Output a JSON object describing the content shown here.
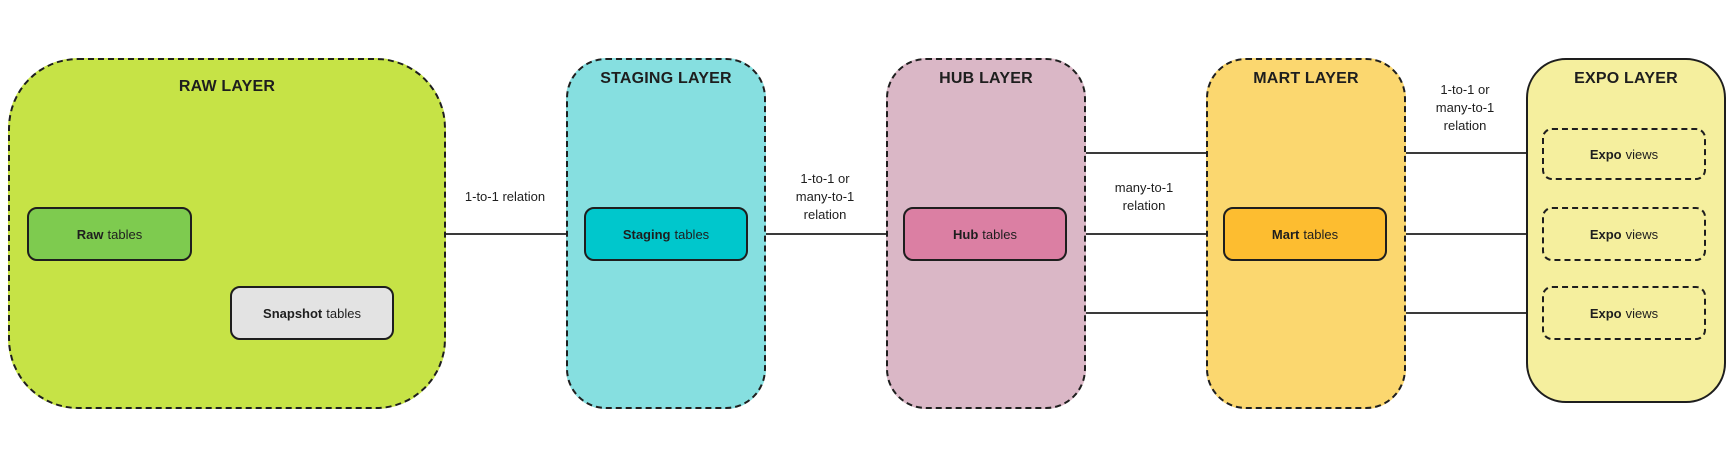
{
  "layers": {
    "raw": {
      "title": "RAW LAYER",
      "fill": "#c6e346"
    },
    "staging": {
      "title": "STAGING LAYER",
      "fill": "#86dfe0"
    },
    "hub": {
      "title": "HUB LAYER",
      "fill": "#dab7c6"
    },
    "mart": {
      "title": "MART LAYER",
      "fill": "#fbd76f"
    },
    "expo": {
      "title": "EXPO LAYER",
      "fill": "#f5ef9e"
    }
  },
  "nodes": {
    "raw": {
      "bold": "Raw",
      "rest": "tables",
      "fill": "#7ecb4f"
    },
    "snapshot": {
      "bold": "Snapshot",
      "rest": "tables",
      "fill": "#e3e3e3"
    },
    "staging": {
      "bold": "Staging",
      "rest": "tables",
      "fill": "#00c7cc"
    },
    "hub": {
      "bold": "Hub",
      "rest": "tables",
      "fill": "#db7fa3"
    },
    "mart": {
      "bold": "Mart",
      "rest": "tables",
      "fill": "#fdbd30"
    },
    "expo1": {
      "bold": "Expo",
      "rest": "views"
    },
    "expo2": {
      "bold": "Expo",
      "rest": "views"
    },
    "expo3": {
      "bold": "Expo",
      "rest": "views"
    }
  },
  "relations": {
    "raw_to_staging": [
      "1-to-1 relation"
    ],
    "staging_to_hub": [
      "1-to-1 or",
      "many-to-1",
      "relation"
    ],
    "hub_to_mart": [
      "many-to-1",
      "relation"
    ],
    "to_expo": [
      "1-to-1 or",
      "many-to-1",
      "relation"
    ]
  }
}
